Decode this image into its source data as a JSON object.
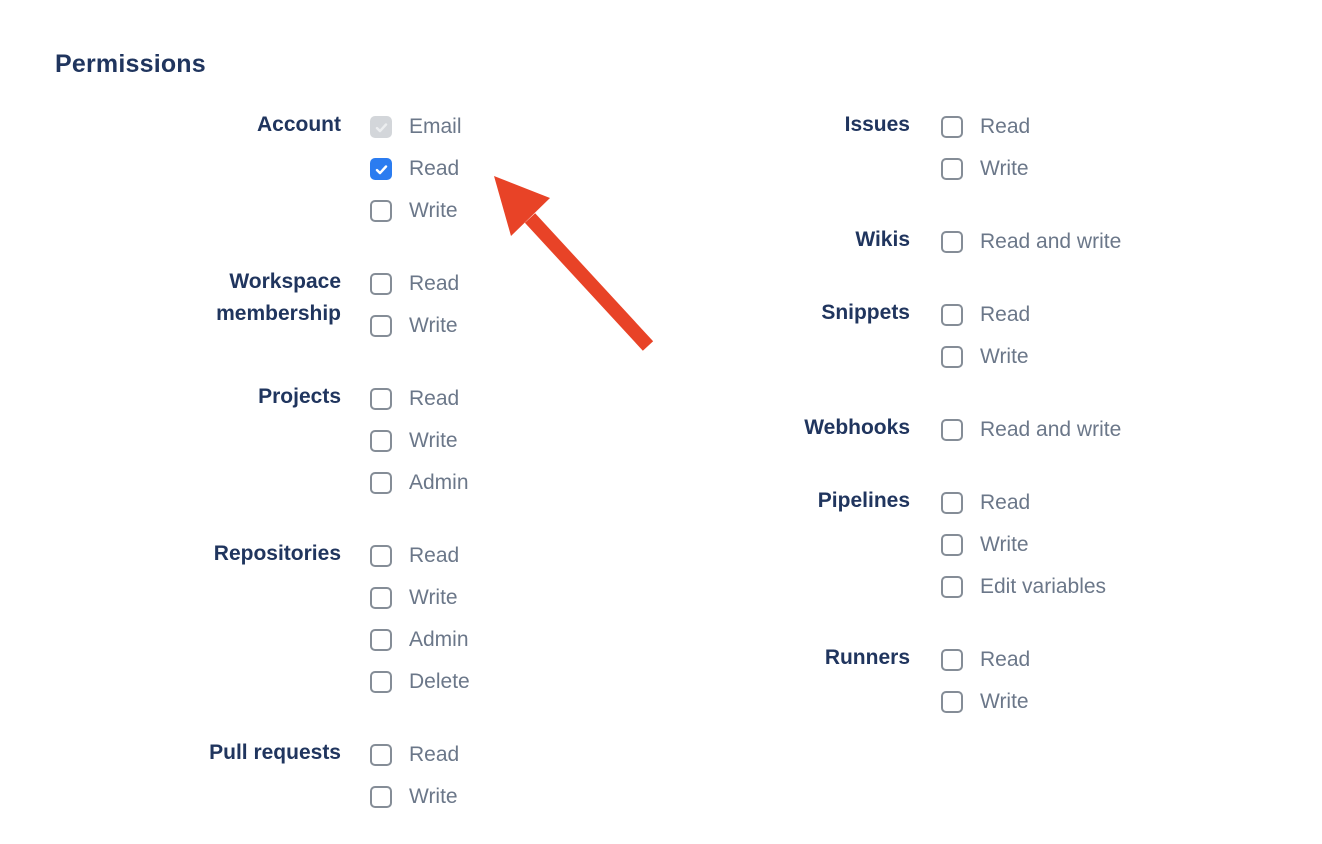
{
  "heading": "Permissions",
  "colors": {
    "heading_text": "#20355e",
    "group_label_text": "#20355e",
    "option_label_text": "#6b7789",
    "checkbox_checked_bg": "#2b7cf0",
    "checkbox_check": "#ffffff",
    "checkbox_disabled_bg": "#d3d6da",
    "checkbox_disabled_check": "#eceef0",
    "checkbox_border": "#858d97",
    "arrow": "#e84327"
  },
  "permission_columns": [
    {
      "groups": [
        {
          "label": "Account",
          "options": [
            {
              "label": "Email",
              "checked": true,
              "disabled": true
            },
            {
              "label": "Read",
              "checked": true,
              "disabled": false
            },
            {
              "label": "Write",
              "checked": false,
              "disabled": false
            }
          ]
        },
        {
          "label": "Workspace membership",
          "options": [
            {
              "label": "Read",
              "checked": false,
              "disabled": false
            },
            {
              "label": "Write",
              "checked": false,
              "disabled": false
            }
          ]
        },
        {
          "label": "Projects",
          "options": [
            {
              "label": "Read",
              "checked": false,
              "disabled": false
            },
            {
              "label": "Write",
              "checked": false,
              "disabled": false
            },
            {
              "label": "Admin",
              "checked": false,
              "disabled": false
            }
          ]
        },
        {
          "label": "Repositories",
          "options": [
            {
              "label": "Read",
              "checked": false,
              "disabled": false
            },
            {
              "label": "Write",
              "checked": false,
              "disabled": false
            },
            {
              "label": "Admin",
              "checked": false,
              "disabled": false
            },
            {
              "label": "Delete",
              "checked": false,
              "disabled": false
            }
          ]
        },
        {
          "label": "Pull requests",
          "options": [
            {
              "label": "Read",
              "checked": false,
              "disabled": false
            },
            {
              "label": "Write",
              "checked": false,
              "disabled": false
            }
          ]
        }
      ]
    },
    {
      "groups": [
        {
          "label": "Issues",
          "options": [
            {
              "label": "Read",
              "checked": false,
              "disabled": false
            },
            {
              "label": "Write",
              "checked": false,
              "disabled": false
            }
          ]
        },
        {
          "label": "Wikis",
          "options": [
            {
              "label": "Read and write",
              "checked": false,
              "disabled": false
            }
          ]
        },
        {
          "label": "Snippets",
          "options": [
            {
              "label": "Read",
              "checked": false,
              "disabled": false
            },
            {
              "label": "Write",
              "checked": false,
              "disabled": false
            }
          ]
        },
        {
          "label": "Webhooks",
          "options": [
            {
              "label": "Read and write",
              "checked": false,
              "disabled": false
            }
          ]
        },
        {
          "label": "Pipelines",
          "options": [
            {
              "label": "Read",
              "checked": false,
              "disabled": false
            },
            {
              "label": "Write",
              "checked": false,
              "disabled": false
            },
            {
              "label": "Edit variables",
              "checked": false,
              "disabled": false
            }
          ]
        },
        {
          "label": "Runners",
          "options": [
            {
              "label": "Read",
              "checked": false,
              "disabled": false
            },
            {
              "label": "Write",
              "checked": false,
              "disabled": false
            }
          ]
        }
      ]
    }
  ],
  "annotation_arrow": {
    "description": "Red arrow pointing at the checked Read checkbox under Account",
    "color": "#e84327",
    "target": "account-read-checkbox"
  }
}
